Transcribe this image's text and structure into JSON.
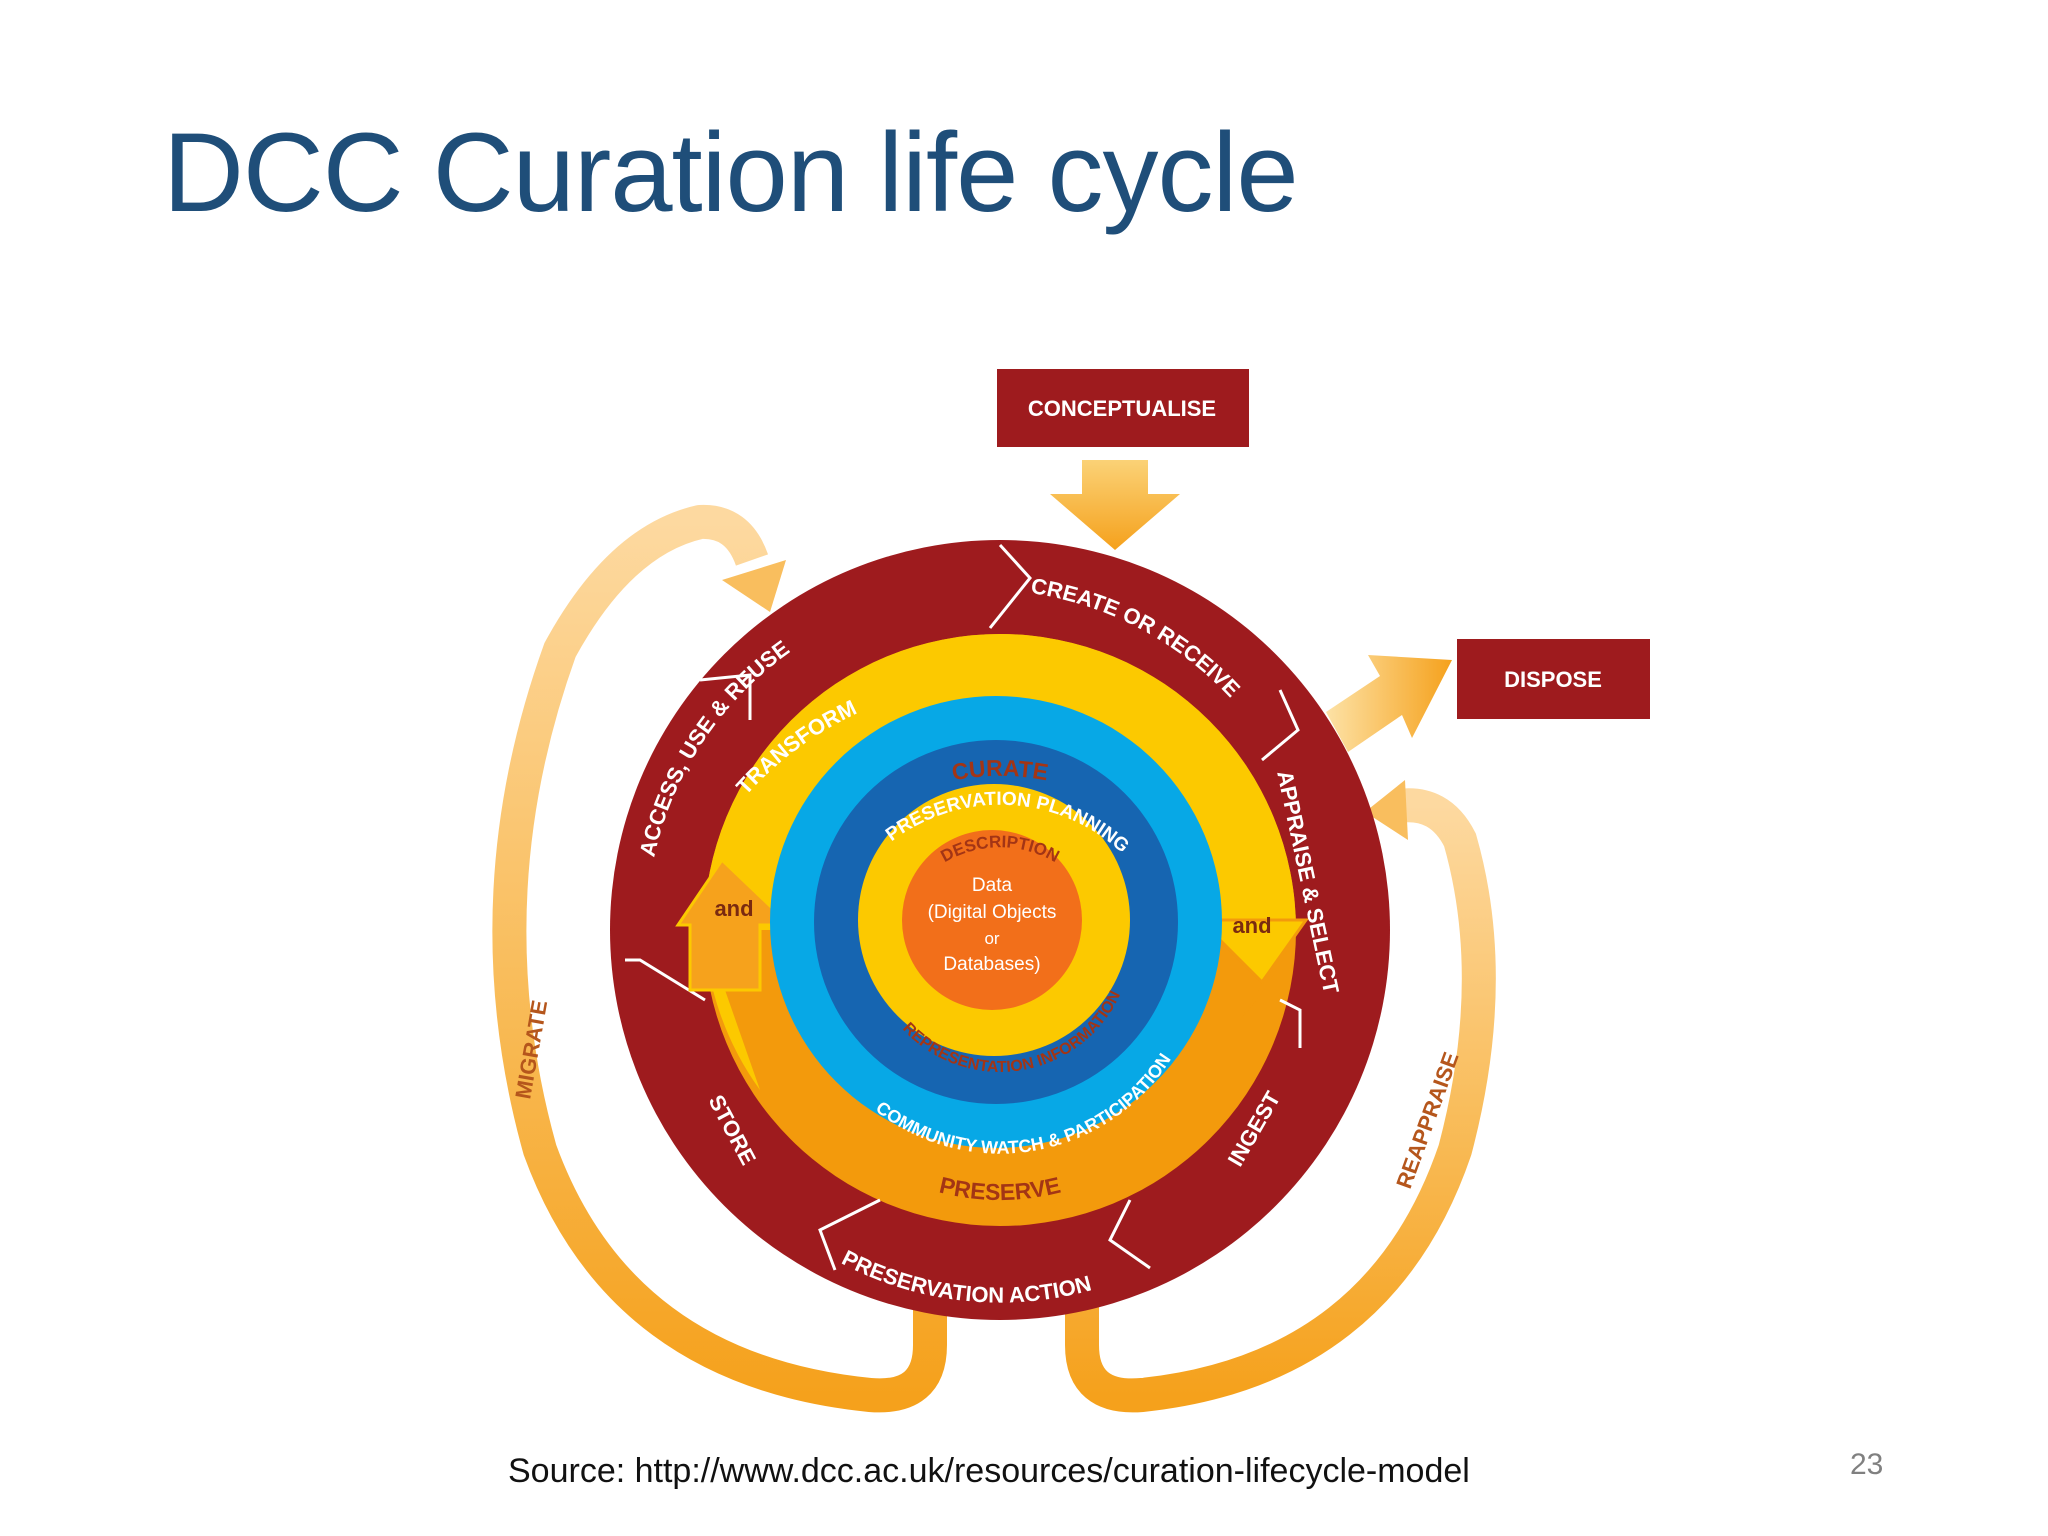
{
  "slide": {
    "title": "DCC Curation life cycle",
    "source": "Source: http://www.dcc.ac.uk/resources/curation-lifecycle-model",
    "page_number": "23"
  },
  "diagram": {
    "boxes": {
      "conceptualise": "CONCEPTUALISE",
      "dispose": "DISPOSE"
    },
    "outer_ring": {
      "transform": "TRANSFORM",
      "create_or_receive": "CREATE OR RECEIVE",
      "appraise_select": "APPRAISE & SELECT",
      "ingest": "INGEST",
      "preservation_action": "PRESERVATION ACTION",
      "store": "STORE",
      "access_use_reuse": "ACCESS, USE & REUSE"
    },
    "curate_ring": {
      "curate": "CURATE",
      "preserve": "PRESERVE",
      "and_left": "and",
      "and_right": "and"
    },
    "light_blue_ring": {
      "label": "COMMUNITY WATCH & PARTICIPATION"
    },
    "dark_blue_ring": {
      "label": "PRESERVATION PLANNING"
    },
    "yellow_ring": {
      "top": "DESCRIPTION",
      "bottom": "REPRESENTATION INFORMATION"
    },
    "core": {
      "line1": "Data",
      "line2": "(Digital Objects",
      "line3": "or",
      "line4": "Databases)"
    },
    "outer_arrows": {
      "migrate": "MIGRATE",
      "reappraise": "REAPPRAISE"
    },
    "colors": {
      "dark_red": "#9e1b1e",
      "yellow": "#fcc900",
      "orange": "#f39a0c",
      "light_blue": "#07a8e6",
      "dark_blue": "#1665b1",
      "core_orange": "#f26f1a",
      "arrow_orange": "#f7a823",
      "title_blue": "#1f4e79"
    }
  }
}
